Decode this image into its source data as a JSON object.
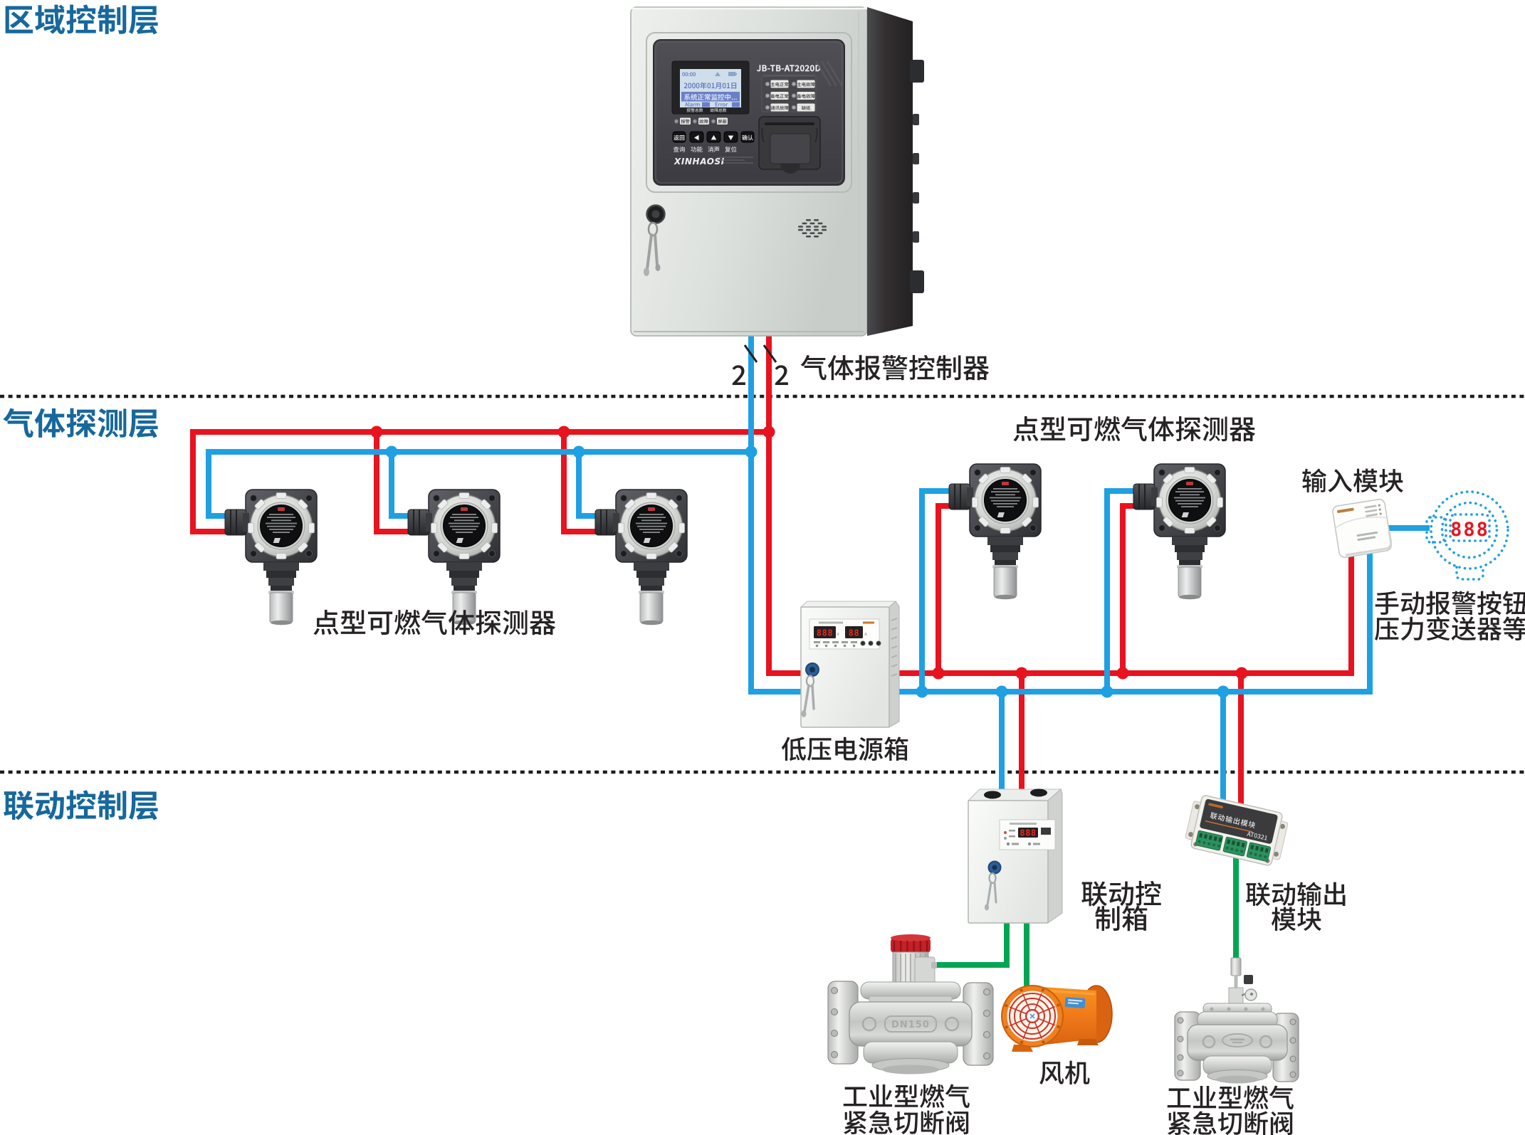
{
  "colors": {
    "wire_red": "#e8131f",
    "wire_blue": "#1fa0e2",
    "wire_green": "#00a651",
    "layer_label": "#17689c",
    "label_dark": "#262324"
  },
  "layers": {
    "area": {
      "label": "区域控制层"
    },
    "detection": {
      "label": "气体探测层"
    },
    "linkage": {
      "label": "联动控制层"
    }
  },
  "controller": {
    "label": "气体报警控制器",
    "model": "JB-TB-AT2020D",
    "brand": "XINHAOSI",
    "wire_count_left": "2",
    "wire_count_right": "2",
    "lcd": {
      "time": "00:00",
      "date": "2000年01月01日",
      "status": "系统正常监控中...",
      "alarm_label": "Alarm",
      "error_label": "Error"
    },
    "counters": {
      "alarm_total": "报警总数",
      "fault_total": "故障总数"
    },
    "indicators": [
      "主电正常",
      "主电故障",
      "备电正常",
      "备电故障",
      "通讯故障",
      "缺纸"
    ],
    "led_labels": [
      "报警",
      "故障",
      "屏蔽"
    ],
    "buttons": {
      "back": "返回",
      "left": "◀",
      "up": "▲",
      "down": "▼",
      "confirm": "确认"
    },
    "button_captions": [
      "查询",
      "功能",
      "消声",
      "复位"
    ]
  },
  "detectors": {
    "left_group_label": "点型可燃气体探测器",
    "right_group_label": "点型可燃气体探测器"
  },
  "power_box": {
    "label": "低压电源箱",
    "voltage_display": "888",
    "current_display": "88",
    "volt_unit": "V",
    "amp_unit": "A"
  },
  "input_module": {
    "label": "输入模块"
  },
  "alarm_button": {
    "display": "888",
    "label_line1": "手动报警按钮",
    "label_line2": "压力变送器等"
  },
  "linkage_box": {
    "label_line1": "联动控",
    "label_line2": "制箱",
    "display": "888"
  },
  "output_module": {
    "label_line1": "联动输出",
    "label_line2": "模块",
    "device_title": "联动输出模块",
    "device_model": "AT0321"
  },
  "fan": {
    "label": "风机"
  },
  "valve_left": {
    "label_line1": "工业型燃气",
    "label_line2": "紧急切断阀",
    "size_mark": "DN150"
  },
  "valve_right": {
    "label_line1": "工业型燃气",
    "label_line2": "紧急切断阀"
  }
}
